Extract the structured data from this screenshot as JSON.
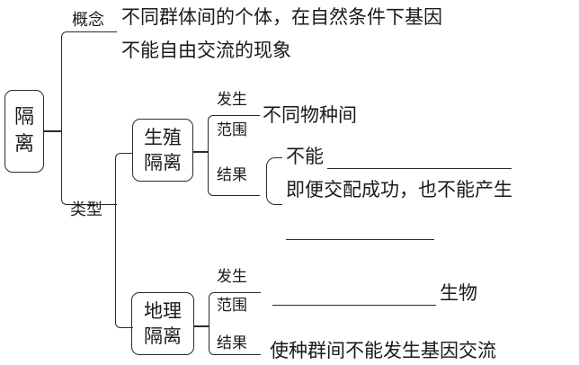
{
  "root": {
    "line1": "隔",
    "line2": "离"
  },
  "concept": {
    "label": "概念",
    "text_line1": "不同群体间的个体，在自然条件下基因",
    "text_line2": "不能自由交流的现象"
  },
  "types": {
    "label": "类型",
    "reproductive": {
      "line1": "生殖",
      "line2": "隔离",
      "occur_label": "发生",
      "range_label": "范围",
      "range_value": "不同物种间",
      "result_label": "结果",
      "result_line1": "不能",
      "result_line2": "即便交配成功，也不能产生"
    },
    "geographic": {
      "line1": "地理",
      "line2": "隔离",
      "occur_label": "发生",
      "range_label": "范围",
      "range_suffix": "生物",
      "result_label": "结果",
      "result_value": "使种群间不能发生基因交流"
    }
  }
}
